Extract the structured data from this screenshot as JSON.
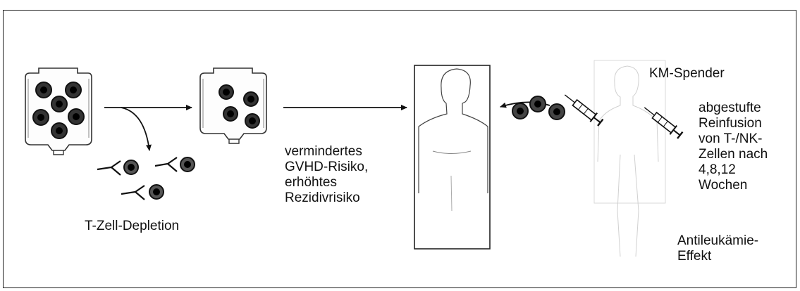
{
  "labels": {
    "depletion": "T-Zell-Depletion",
    "risk": "vermindertes\nGVHD-Risiko,\nerhöhtes\nRezidivrisiko",
    "donor": "KM-Spender",
    "reinfusion": "abgestufte\nReinfusion\nvon T-/NK-\nZellen nach\n4,8,12\nWochen",
    "effect": "Antileukämie-\nEffekt"
  }
}
